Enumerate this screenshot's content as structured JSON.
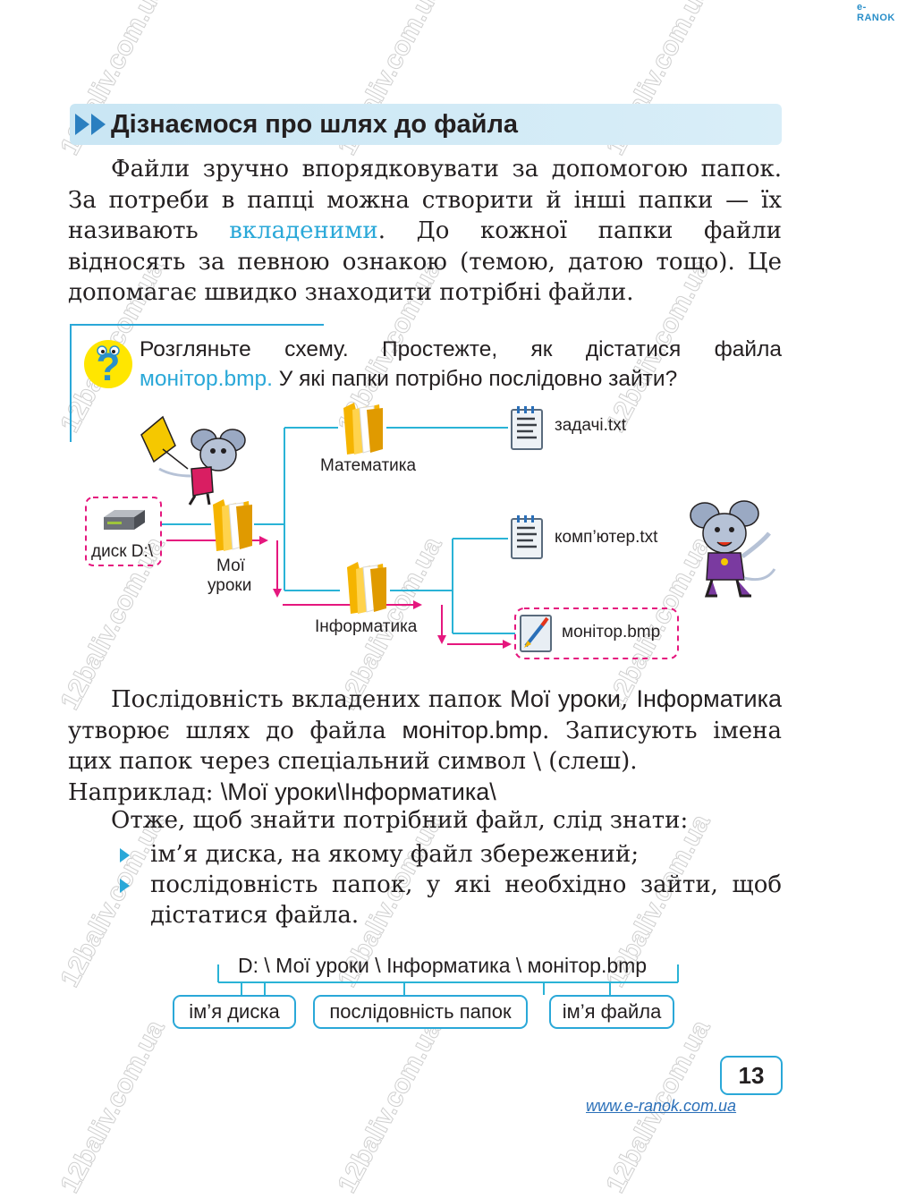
{
  "logo": "e-RANOK",
  "section_title": "Дізнаємося про шлях до файла",
  "intro": {
    "part1": "Файли зручно впорядковувати за допомогою папок. За потреби в папці можна створити й інші папки — їх називають ",
    "highlight": "вкладеними",
    "part2": ". До кожної папки файли відносять за певною ознакою (темою, датою тощо). Це допомагає швидко знаходити потрібні файли."
  },
  "task": {
    "part1": "Розгляньте схему. Простежте, як дістатися файла ",
    "highlight": "монітор.bmp.",
    "part2": " У які папки потрібно послідовно зайти?"
  },
  "diagram": {
    "disk_label": "диск D:\\",
    "folder_my": [
      "Мої",
      "уроки"
    ],
    "folder_math": "Математика",
    "folder_inf": "Інформатика",
    "file_zadachi": "задачі.txt",
    "file_komp": "комп’ютер.txt",
    "file_monitor": "монітор.bmp",
    "colors": {
      "connector": "#2ab3d6",
      "path_arrow": "#e5177e",
      "highlight_box": "#e5177e"
    }
  },
  "explain": {
    "p1": "Послідовність вкладених папок ",
    "s1": "Мої уроки",
    "p2": ", ",
    "s2": "Інформа­тика",
    "p3": " утворює шлях до файла ",
    "s3": "монітор.bmp",
    "p4": ". Записують імена цих папок через спеціальний символ \\ (слеш).",
    "example_label": "Наприклад: ",
    "example_path": "\\Мої уроки\\Інформатика\\"
  },
  "therefore": "Отже, щоб знайти потрібний файл, слід знати:",
  "bullets": [
    "ім’я диска, на якому файл збережений;",
    "послідовність папок, у які необхідно зайти, щоб дістатися файла."
  ],
  "full_path": "D: \\ Мої уроки \\ Інформатика \\ монітор.bmp",
  "path_parts": [
    "ім’я диска",
    "послідовність папок",
    "ім’я файла"
  ],
  "page_number": "13",
  "url": "www.e-ranok.com.ua",
  "watermark": "12baliv.com.ua",
  "accent_color": "#2aa8d8"
}
